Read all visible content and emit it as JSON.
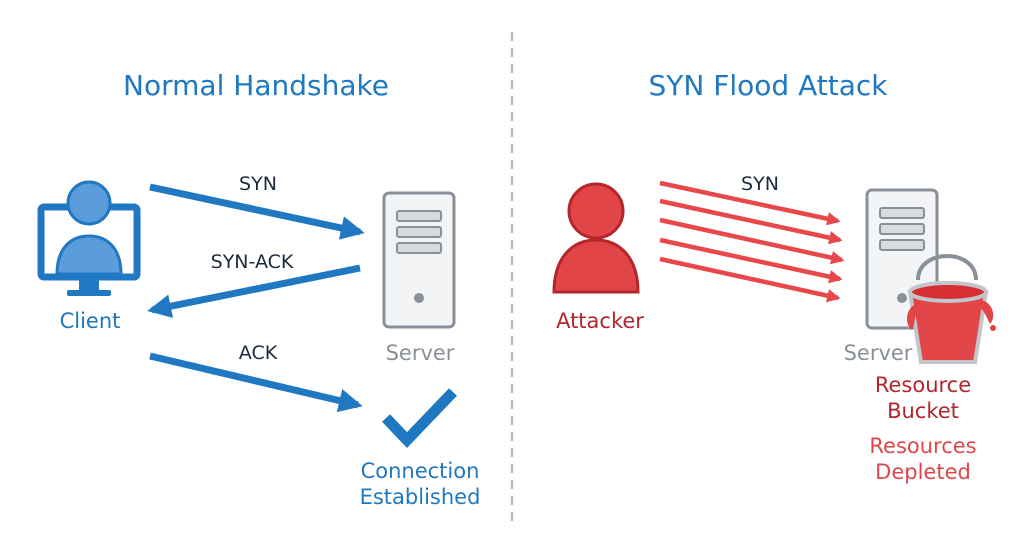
{
  "colors": {
    "blue": "#1f78c1",
    "red": "#d4383a",
    "dark_red": "#b3262b",
    "gray": "#8a9097",
    "divider": "#bdbdbd"
  },
  "normal": {
    "title": "Normal Handshake",
    "client_label": "Client",
    "server_label": "Server",
    "arrows": [
      {
        "label": "SYN",
        "direction": "client-to-server"
      },
      {
        "label": "SYN-ACK",
        "direction": "server-to-client"
      },
      {
        "label": "ACK",
        "direction": "client-to-server"
      }
    ],
    "result_line1": "Connection",
    "result_line2": "Established",
    "client_icon": "computer-user-icon",
    "server_icon": "server-tower-icon",
    "result_icon": "checkmark-icon"
  },
  "attack": {
    "title": "SYN Flood Attack",
    "attacker_label": "Attacker",
    "syn_label": "SYN",
    "server_label": "Server",
    "bucket_line1": "Resource",
    "bucket_line2": "Bucket",
    "status_line1": "Resources",
    "status_line2": "Depleted",
    "syn_arrow_count": 5,
    "attacker_icon": "user-icon",
    "server_icon": "server-tower-icon",
    "bucket_icon": "overflowing-bucket-icon"
  }
}
